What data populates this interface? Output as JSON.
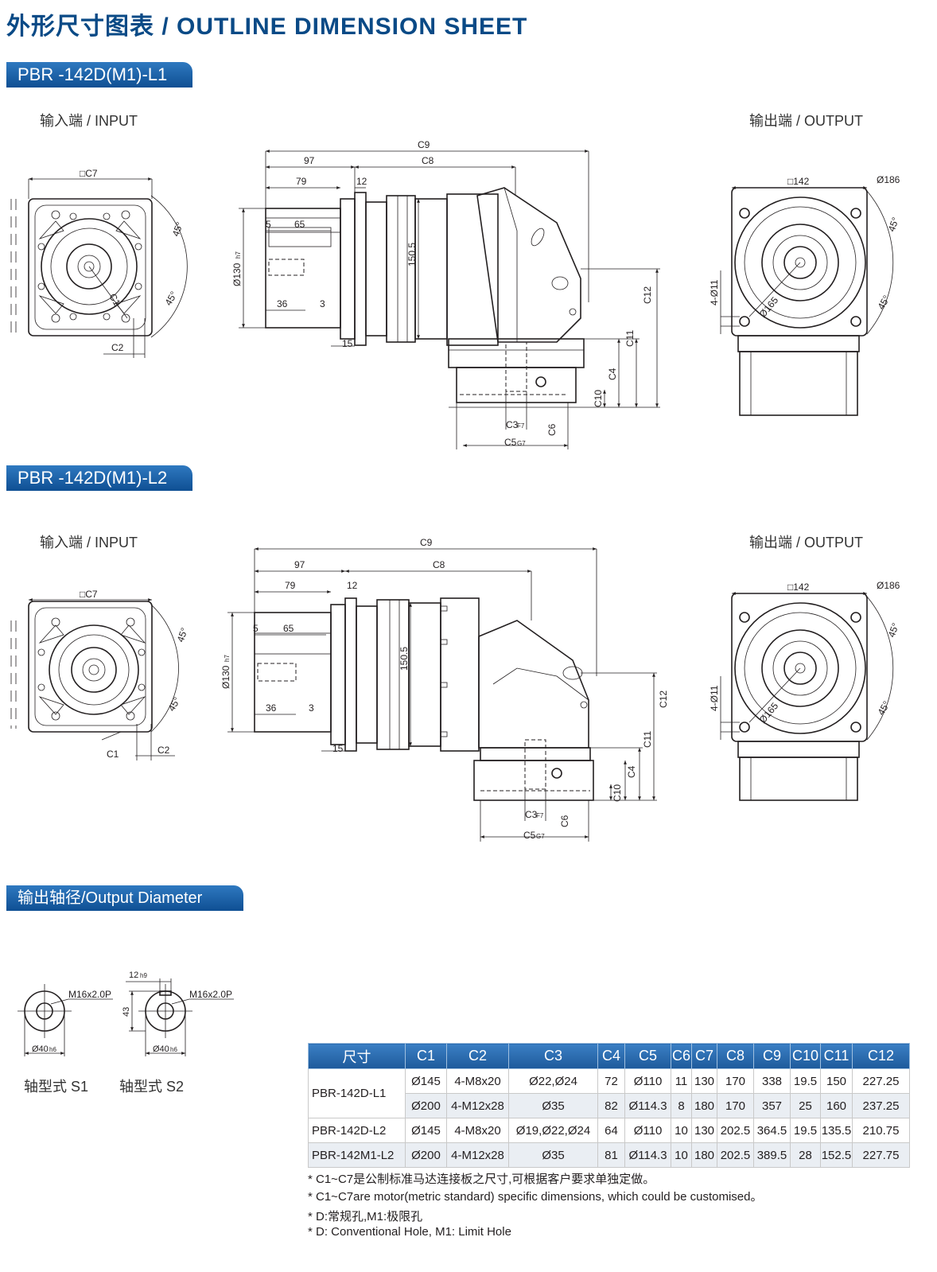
{
  "header": {
    "title": "外形尺寸图表 / OUTLINE DIMENSION SHEET"
  },
  "sections": {
    "l1": {
      "label": "PBR -142D(M1)-L1",
      "input": "输入端 / INPUT",
      "output": "输出端 / OUTPUT"
    },
    "l2": {
      "label": "PBR -142D(M1)-L2",
      "input": "输入端 / INPUT",
      "output": "输出端 / OUTPUT"
    },
    "shaft": {
      "label": "输出轴径/Output Diameter"
    }
  },
  "drawing_labels": {
    "c1": "C1",
    "c2": "C2",
    "c3": "C3",
    "c3_tol": "F7",
    "c4": "C4",
    "c5": "C5",
    "c5_tol": "G7",
    "c6": "C6",
    "c7": "□C7",
    "c8": "C8",
    "c9": "C9",
    "c10": "C10",
    "c11": "C11",
    "c12": "C12",
    "d97": "97",
    "d79": "79",
    "d12": "12",
    "d5": "5",
    "d65": "65",
    "d36": "36",
    "d3": "3",
    "d15": "15",
    "d130": "Ø130",
    "d130_tol": "h7",
    "d150": "150.5",
    "sq142": "□142",
    "d186": "Ø186",
    "d165": "Ø165",
    "holes": "4-Ø11",
    "angle": "45°"
  },
  "shaft_types": {
    "s1": {
      "caption": "轴型式 S1",
      "thread": "M16x2.0P",
      "dia": "Ø40",
      "dia_tol": "h6"
    },
    "s2": {
      "caption": "轴型式 S2",
      "thread": "M16x2.0P",
      "dia": "Ø40",
      "dia_tol": "h6",
      "key": "12",
      "key_tol": "h9",
      "height": "43"
    }
  },
  "table": {
    "headers": [
      "尺寸",
      "C1",
      "C2",
      "C3",
      "C4",
      "C5",
      "C6",
      "C7",
      "C8",
      "C9",
      "C10",
      "C11",
      "C12"
    ],
    "rows": [
      {
        "model": "PBR-142D-L1",
        "values": [
          "Ø145",
          "4-M8x20",
          "Ø22,Ø24",
          "72",
          "Ø110",
          "11",
          "130",
          "170",
          "338",
          "19.5",
          "150",
          "227.25"
        ]
      },
      {
        "model": "",
        "values": [
          "Ø200",
          "4-M12x28",
          "Ø35",
          "82",
          "Ø114.3",
          "8",
          "180",
          "170",
          "357",
          "25",
          "160",
          "237.25"
        ]
      },
      {
        "model": "PBR-142D-L2",
        "values": [
          "Ø145",
          "4-M8x20",
          "Ø19,Ø22,Ø24",
          "64",
          "Ø110",
          "10",
          "130",
          "202.5",
          "364.5",
          "19.5",
          "135.5",
          "210.75"
        ]
      },
      {
        "model": "PBR-142M1-L2",
        "values": [
          "Ø200",
          "4-M12x28",
          "Ø35",
          "81",
          "Ø114.3",
          "10",
          "180",
          "202.5",
          "389.5",
          "28",
          "152.5",
          "227.75"
        ]
      }
    ]
  },
  "notes": [
    "* C1~C7是公制标准马达连接板之尺寸,可根据客户要求单独定做。",
    "* C1~C7are motor(metric standard)  specific dimensions, which could be customised。",
    "* D:常规孔,M1:极限孔",
    "* D: Conventional Hole, M1: Limit Hole"
  ]
}
